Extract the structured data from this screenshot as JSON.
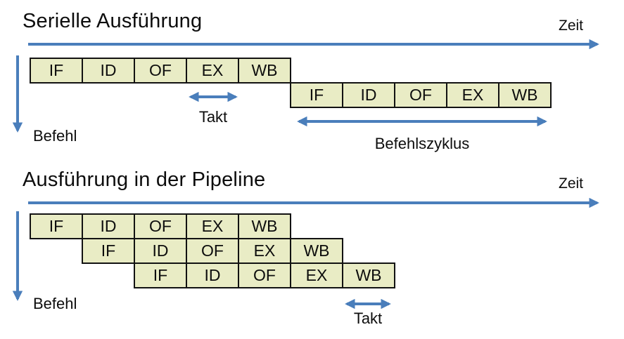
{
  "colors": {
    "accent_blue": "#4a7ebb",
    "cell_fill": "#e9ecc5",
    "cell_border": "#121212"
  },
  "stages": [
    "IF",
    "ID",
    "OF",
    "EX",
    "WB"
  ],
  "serial_section": {
    "title": "Serielle Ausführung",
    "time_axis_label": "Zeit",
    "instruction_axis_label": "Befehl",
    "clock_label": "Takt",
    "cycle_label": "Befehlszyklus",
    "rows": [
      {
        "cells": [
          "IF",
          "ID",
          "OF",
          "EX",
          "WB"
        ]
      },
      {
        "cells": [
          "IF",
          "ID",
          "OF",
          "EX",
          "WB"
        ]
      }
    ]
  },
  "pipeline_section": {
    "title": "Ausführung in der Pipeline",
    "time_axis_label": "Zeit",
    "instruction_axis_label": "Befehl",
    "clock_label": "Takt",
    "rows": [
      {
        "cells": [
          "IF",
          "ID",
          "OF",
          "EX",
          "WB"
        ]
      },
      {
        "cells": [
          "IF",
          "ID",
          "OF",
          "EX",
          "WB"
        ]
      },
      {
        "cells": [
          "IF",
          "ID",
          "OF",
          "EX",
          "WB"
        ]
      }
    ]
  }
}
